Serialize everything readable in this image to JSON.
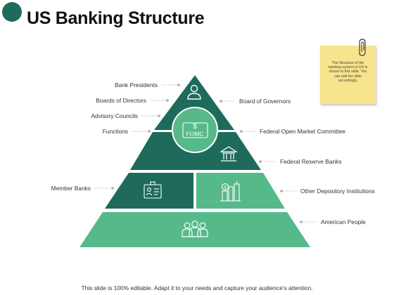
{
  "title": "US Banking Structure",
  "colors": {
    "dark_teal": "#1e6b5c",
    "light_green": "#56b98a",
    "note_yellow": "#f8e48c"
  },
  "diagram": {
    "center_badge": {
      "symbol": "$",
      "text": "FOMC",
      "icon": "money-bill-icon"
    },
    "left_labels": [
      "Bank Presidents",
      "Boards of Directors",
      "Advisory Councils",
      "Functions",
      "Member Banks"
    ],
    "right_labels": [
      "Board of Governors",
      "Federal Open Market Committee",
      "Federal Reserve Banks",
      "Other Depository Institutions",
      "American People"
    ],
    "tier_icons": [
      "user-icon",
      "bank-building-icon",
      "id-badge-icon",
      "city-buildings-icon",
      "people-group-icon"
    ]
  },
  "note": {
    "text": "The Structure of the banking system in US is shown in this slide. You can edit the slide accordingly."
  },
  "footer": "This slide is 100% editable. Adapt it to your needs and capture your audience's attention."
}
